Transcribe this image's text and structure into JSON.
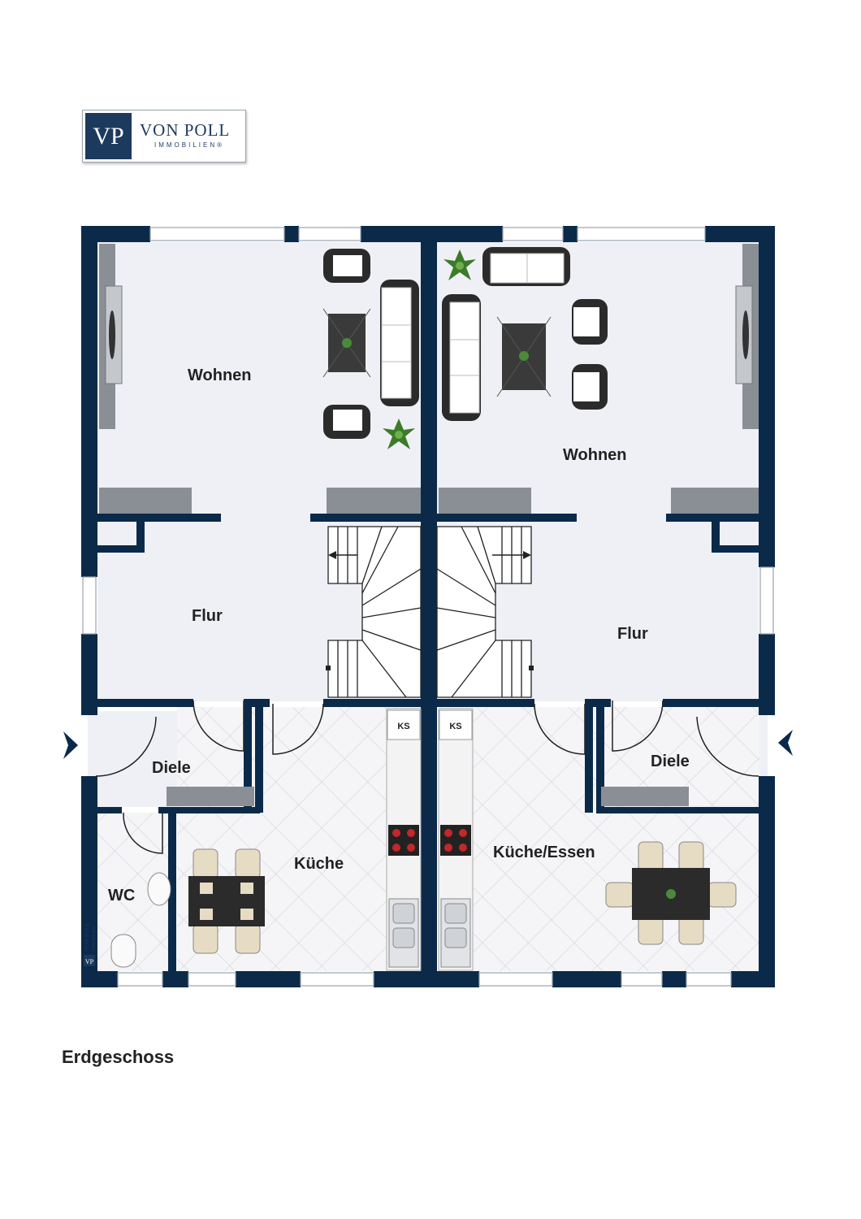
{
  "brand": {
    "mark": "VP",
    "name": "VON POLL",
    "sub": "IMMOBILIEN®",
    "color": "#1c3a5e"
  },
  "colors": {
    "wall": "#0b2a4a",
    "floor": "#eff0f5",
    "tile_line": "#d5d7dc",
    "furniture": "#2b2b2b"
  },
  "rooms": {
    "wohnen_left": "Wohnen",
    "wohnen_right": "Wohnen",
    "flur_left": "Flur",
    "flur_right": "Flur",
    "diele_left": "Diele",
    "diele_right": "Diele",
    "wc": "WC",
    "kueche": "Küche",
    "kueche_essen": "Küche/Essen"
  },
  "kitchen": {
    "ks_left": "KS",
    "ks_right": "KS"
  },
  "watermark": {
    "mark": "VP",
    "line1": "VON POLL",
    "line2": "IMMOBILIEN"
  },
  "floor_title": "Erdgeschoss",
  "icons": [
    "entrance-arrow-icon",
    "plant-icon",
    "tv-icon",
    "sink-icon",
    "stove-icon",
    "toilet-icon"
  ]
}
